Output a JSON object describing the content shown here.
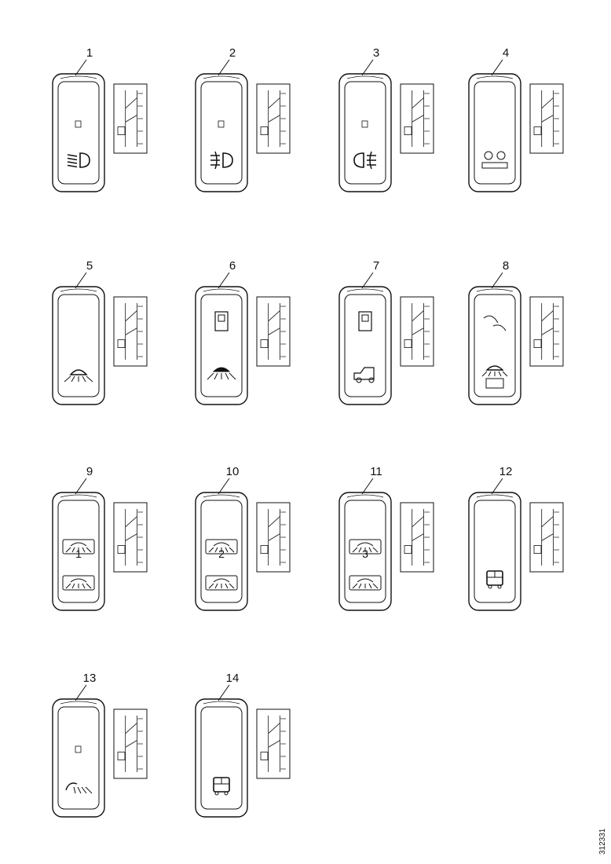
{
  "switches": [
    {
      "label": "1",
      "icon": "low-beam-icon"
    },
    {
      "label": "2",
      "icon": "front-fog-light-icon"
    },
    {
      "label": "3",
      "icon": "rear-fog-light-icon"
    },
    {
      "label": "4",
      "icon": "fog-lights-check-icon"
    },
    {
      "label": "5",
      "icon": "work-light-icon"
    },
    {
      "label": "6",
      "icon": "work-light-two-position-icon"
    },
    {
      "label": "7",
      "icon": "cab-light-icon"
    },
    {
      "label": "8",
      "icon": "beacon-work-light-icon"
    },
    {
      "label": "9",
      "icon": "work-light-front-rear-icon",
      "center_text": "1"
    },
    {
      "label": "10",
      "icon": "work-light-front-rear-icon",
      "center_text": "2"
    },
    {
      "label": "11",
      "icon": "work-light-front-rear-icon",
      "center_text": "3"
    },
    {
      "label": "12",
      "icon": "bus-icon"
    },
    {
      "label": "13",
      "icon": "corner-light-icon"
    },
    {
      "label": "14",
      "icon": "bus-icon"
    }
  ],
  "figure_ref": "312331"
}
